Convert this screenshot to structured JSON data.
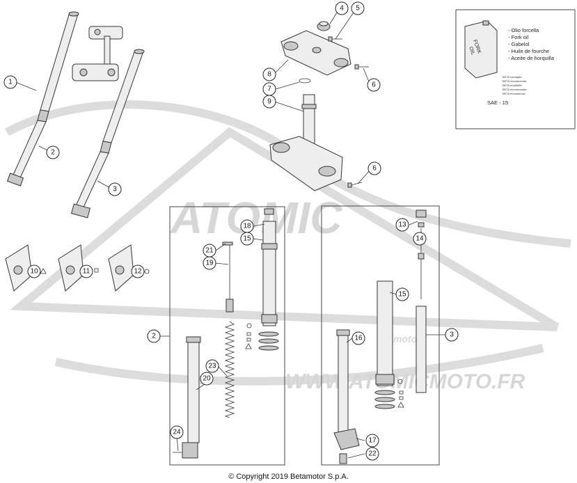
{
  "copyright": "© Copyright 2019 Betamotor S.p.A.",
  "watermark": {
    "brand": "ATOMIC",
    "sub": "moto",
    "url": "WWW.ATOMICMOTO.FR"
  },
  "oil_box": {
    "can_label_1": "FORK",
    "can_label_2": "OIL",
    "lines": [
      "- Olio forcella",
      "- Fork oil",
      "- Gabelol",
      "- Huile de fourche",
      "- Aceite de horquilla"
    ],
    "small_lines": [
      "BETA consiglia:",
      "BETA recommends:",
      "BETA empfiehlt:",
      "BETA recommande:",
      "BETA recomienda:"
    ],
    "grade": "SAE - 15"
  },
  "callouts": [
    {
      "id": "c1",
      "label": "1"
    },
    {
      "id": "c2a",
      "label": "2"
    },
    {
      "id": "c3a",
      "label": "3"
    },
    {
      "id": "c4",
      "label": "4"
    },
    {
      "id": "c5",
      "label": "5"
    },
    {
      "id": "c6a",
      "label": "6"
    },
    {
      "id": "c7",
      "label": "7"
    },
    {
      "id": "c8",
      "label": "8"
    },
    {
      "id": "c9",
      "label": "9"
    },
    {
      "id": "c6b",
      "label": "6"
    },
    {
      "id": "c10",
      "label": "10"
    },
    {
      "id": "c11",
      "label": "11"
    },
    {
      "id": "c12",
      "label": "12"
    },
    {
      "id": "c18",
      "label": "18"
    },
    {
      "id": "c15a",
      "label": "15"
    },
    {
      "id": "c21",
      "label": "21"
    },
    {
      "id": "c19",
      "label": "19"
    },
    {
      "id": "c2b",
      "label": "2"
    },
    {
      "id": "c23",
      "label": "23"
    },
    {
      "id": "c20",
      "label": "20"
    },
    {
      "id": "c24",
      "label": "24"
    },
    {
      "id": "c13",
      "label": "13"
    },
    {
      "id": "c14",
      "label": "14"
    },
    {
      "id": "c15b",
      "label": "15"
    },
    {
      "id": "c16",
      "label": "16"
    },
    {
      "id": "c3b",
      "label": "3"
    },
    {
      "id": "c17",
      "label": "17"
    },
    {
      "id": "c22",
      "label": "22"
    }
  ]
}
